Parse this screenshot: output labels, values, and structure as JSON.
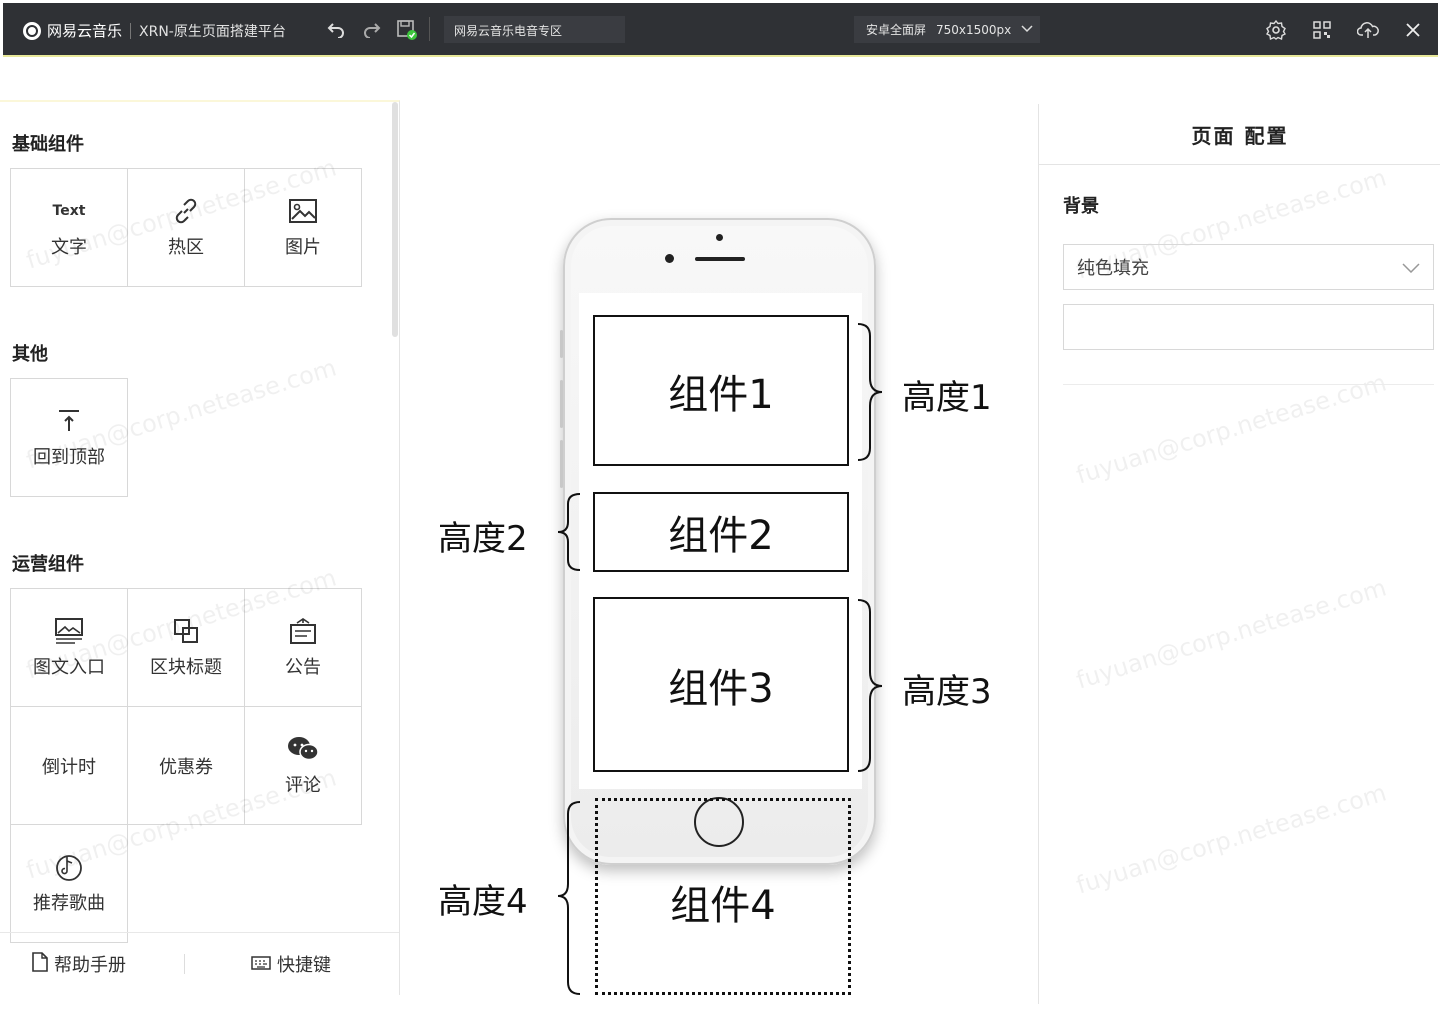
{
  "topbar": {
    "app_name": "网易云音乐",
    "platform_name": "XRN-原生页面搭建平台",
    "page_name": "网易云音乐电音专区",
    "device_name": "安卓全面屏",
    "device_size": "750x1500px"
  },
  "left_panel": {
    "sections": [
      {
        "title": "基础组件",
        "items": [
          {
            "label": "文字",
            "icon_text": "Text",
            "icon": "text-icon"
          },
          {
            "label": "热区",
            "icon": "link-icon"
          },
          {
            "label": "图片",
            "icon": "image-icon"
          }
        ]
      },
      {
        "title": "其他",
        "items": [
          {
            "label": "回到顶部",
            "icon": "back-to-top-icon"
          }
        ]
      },
      {
        "title": "运营组件",
        "items": [
          {
            "label": "图文入口",
            "icon": "image-text-icon"
          },
          {
            "label": "区块标题",
            "icon": "block-title-icon"
          },
          {
            "label": "公告",
            "icon": "notice-icon"
          },
          {
            "label": "倒计时"
          },
          {
            "label": "优惠券"
          },
          {
            "label": "评论",
            "icon": "wechat-icon"
          },
          {
            "label": "推荐歌曲",
            "icon": "recommend-song-icon"
          }
        ]
      }
    ],
    "help_label": "帮助手册",
    "shortcut_label": "快捷键"
  },
  "canvas": {
    "components": [
      "组件1",
      "组件2",
      "组件3",
      "组件4"
    ],
    "heights": [
      "高度1",
      "高度2",
      "高度3",
      "高度4"
    ]
  },
  "right_panel": {
    "title": "页面 配置",
    "background_label": "背景",
    "background_value": "纯色填充",
    "watermark": "fuyuan@corp.netease.com"
  },
  "colors": {
    "topbar_bg": "#2f3135",
    "accent_save": "#3cc53c"
  }
}
